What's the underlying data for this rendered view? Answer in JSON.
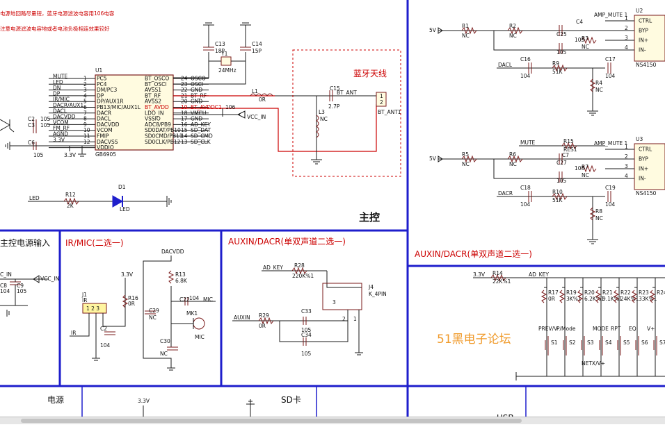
{
  "notes": {
    "line1": "电源地回路尽量短，蓝牙电源滤波电容用106电容",
    "line2": "注意电源滤波电容地或者电池负极相连效果较好"
  },
  "sections": {
    "main": "主控",
    "bt_ant": "蓝牙天线",
    "power_in": "主控电源输入",
    "ir_mic": "IR/MIC(二选一)",
    "auxin_mid": "AUXIN/DACR(单双声道二选一)",
    "auxin_right": "AUXIN/DACR(单双声道二选一)",
    "power": "电源",
    "sd": "SD卡",
    "usb": "USB",
    "watermark": "51黑电子论坛"
  },
  "colors": {
    "border": "#1e1ecc",
    "net_red": "#cc0000",
    "watermark": "#f09a2a"
  },
  "u1": {
    "ref": "U1",
    "part": "GB6905",
    "left_pins": [
      {
        "num": "1",
        "name": "PC5",
        "net": "MUTE"
      },
      {
        "num": "2",
        "name": "PC4",
        "net": "LED"
      },
      {
        "num": "3",
        "name": "DM/PC3",
        "net": "DN"
      },
      {
        "num": "4",
        "name": "DP",
        "net": "DP"
      },
      {
        "num": "5",
        "name": "DP/AUX1R",
        "net": "IR/MIC"
      },
      {
        "num": "6",
        "name": "PB13/MIC/AUX1L",
        "net": "DACR/AUX1"
      },
      {
        "num": "7",
        "name": "DACR",
        "net": "DACL"
      },
      {
        "num": "8",
        "name": "DACL",
        "net": "DACVDD"
      },
      {
        "num": "9",
        "name": "DACVDD",
        "net": "VCOM"
      },
      {
        "num": "10",
        "name": "VCOM",
        "net": "FM_RF"
      },
      {
        "num": "11",
        "name": "FMIP",
        "net": "AGND"
      },
      {
        "num": "12",
        "name": "DACVSS",
        "net": "3.3V"
      },
      {
        "num": "",
        "name": "VDDIO",
        "net": ""
      }
    ],
    "right_pins": [
      {
        "num": "24",
        "name": "BT_OSCO",
        "net": "OSCO"
      },
      {
        "num": "23",
        "name": "BT_OSCI",
        "net": "OSCI"
      },
      {
        "num": "22",
        "name": "AVSS1",
        "net": "GND"
      },
      {
        "num": "21",
        "name": "BT_RF",
        "net": "BT_RF"
      },
      {
        "num": "20",
        "name": "AVSS2",
        "net": "GND"
      },
      {
        "num": "19",
        "name": "BT_AVDD",
        "net": "BT_AVDDC1"
      },
      {
        "num": "18",
        "name": "LDO_IN",
        "net": "VMCU"
      },
      {
        "num": "17",
        "name": "VSSIO",
        "net": "GND"
      },
      {
        "num": "16",
        "name": "ADC8/PB9",
        "net": "AD_KEY"
      },
      {
        "num": "15",
        "name": "SD0DAT/PB10",
        "net": "SD_DAT"
      },
      {
        "num": "14",
        "name": "SD0CMD/PB11",
        "net": "SD_CMD"
      },
      {
        "num": "13",
        "name": "SD0CLK/PB12",
        "net": "SD_CLK"
      }
    ]
  },
  "crystal": {
    "c13": "C13",
    "c13v": "18P",
    "c14": "C14",
    "c14v": "15P",
    "y1": "Y1",
    "y1v": "24MHz"
  },
  "antenna": {
    "l1": "L1",
    "l1v": "0R",
    "c15": "C15",
    "c15v": "2.7P",
    "l3": "L3",
    "l3v": "NC",
    "net": "BT_ANT",
    "conn": "BT_ANT1",
    "c106": "106",
    "vcc": "VCC_IN"
  },
  "caps_left": [
    {
      "ref": "C2",
      "val": "105"
    },
    {
      "ref": "C3",
      "val": "105"
    },
    {
      "ref": "C6",
      "val": "105"
    }
  ],
  "rail_33": "3.3V",
  "led_circuit": {
    "net": "LED",
    "r": "R12",
    "rv": "2K",
    "d": "D1",
    "dl": "LED"
  },
  "power_in": {
    "vcc": "C_IN",
    "vcc2": "VCC_IN",
    "c9": "C9",
    "c9v": "105",
    "c8v": "104",
    "c8": "C8"
  },
  "ir_mic_parts": {
    "j1": "J1",
    "j1v": "IR",
    "r16": "R16",
    "r16v": "0R",
    "c2x": "C2",
    "c104": "104",
    "ir": "IR",
    "dacvdd": "DACVDD",
    "r13": "R13",
    "r13v": "6.8K",
    "c29": "C29",
    "c29v": "NC",
    "c22": "C22",
    "c22v": "104",
    "mic": "MIC",
    "mk1": "MK1",
    "micl": "MIC",
    "c30": "C30",
    "c30v": "NC",
    "v33": "3.3V"
  },
  "auxin_parts": {
    "adkey": "AD_KEY",
    "r28": "R28",
    "r28v": "220K%1",
    "j4": "J4",
    "j4v": "K_4PIN",
    "auxin": "AUXIN",
    "r29": "R29",
    "r29v": "0R",
    "c33": "C33",
    "c33v": "105",
    "c34": "C34",
    "c34v": "105",
    "p3": "3",
    "p2": "2",
    "p1": "1"
  },
  "amps": [
    {
      "u": "U2",
      "part": "NS4150",
      "mute_net": "AMP_MUTE 1",
      "v5": "5V",
      "r1": "R1",
      "r1v": "NC",
      "r2": "R2",
      "r2v": "NC",
      "c4": "C4",
      "c25": "C25",
      "c25v": "105",
      "r3": "R3",
      "r3v": "NC",
      "c4v": "105",
      "c16": "C16",
      "c16v": "104",
      "dac": "DACL",
      "r9": "R9",
      "r9v": "51K",
      "c17": "C17",
      "c17v": "104",
      "r4": "R4",
      "r4v": "NC",
      "pins": [
        "CTRL",
        "BYP",
        "IN+",
        "IN-"
      ],
      "nums": [
        "1",
        "2",
        "3",
        "4"
      ]
    },
    {
      "u": "U3",
      "part": "NS4150",
      "mute_net": "AMP_MUTE 1",
      "v5": "5V",
      "mute": "MUTE",
      "r15": "R15",
      "r15v": "RES1",
      "r5": "R5",
      "r5v": "NC",
      "r6": "R6",
      "r6v": "NC",
      "c7": "C7",
      "c27": "C27",
      "c27v": "105",
      "r7": "R7",
      "r7v": "NC",
      "c7v": "105",
      "c18": "C18",
      "c18v": "104",
      "dac": "DACR",
      "r10": "R10",
      "r10v": "51K",
      "c19": "C19",
      "c19v": "104",
      "r8": "R8",
      "r8v": "NC",
      "pins": [
        "CTRL",
        "BYP",
        "IN+",
        "IN-"
      ],
      "nums": [
        "1",
        "2",
        "3",
        "4"
      ]
    }
  ],
  "keys": {
    "v33": "3.3V",
    "r14": "R14",
    "r14v": "22K%1",
    "adkey": "AD_KEY",
    "resistors": [
      {
        "ref": "R17",
        "val": "0R"
      },
      {
        "ref": "R19",
        "val": "3K%1"
      },
      {
        "ref": "R20",
        "val": "6.2K%1"
      },
      {
        "ref": "R21",
        "val": "9.1K%1"
      },
      {
        "ref": "R22",
        "val": "24K%1"
      },
      {
        "ref": "R23",
        "val": "33K%1"
      },
      {
        "ref": "R24",
        "val": ""
      }
    ],
    "labels": [
      "PREV/V-",
      "P/Mode",
      "",
      "MODE",
      "RPT",
      "EQ",
      "V+"
    ],
    "switches": [
      "S1",
      "S2",
      "S3",
      "S4",
      "S5",
      "S6",
      "S7"
    ],
    "next": "NETX/V+"
  }
}
